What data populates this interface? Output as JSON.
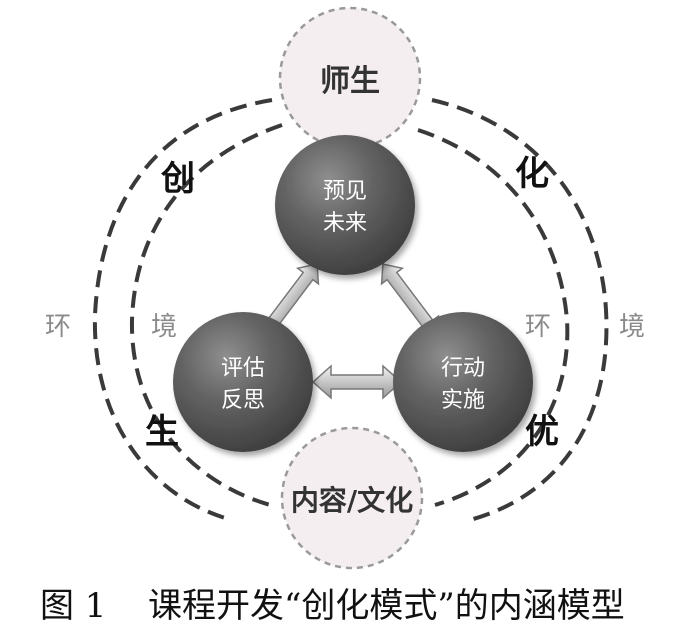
{
  "diagram": {
    "top_node": "师生",
    "bottom_node": "内容/文化",
    "core_top_line1": "预见",
    "core_top_line2": "未来",
    "core_left_line1": "评估",
    "core_left_line2": "反思",
    "core_right_line1": "行动",
    "core_right_line2": "实施",
    "char_chuang": "创",
    "char_hua": "化",
    "char_sheng": "生",
    "char_you": "优",
    "env_outer_left_1": "环",
    "env_inner_left_2": "境",
    "env_inner_right_1": "环",
    "env_outer_right_2": "境"
  },
  "caption": {
    "number": "图 1",
    "title": "课程开发“创化模式”的内涵模型"
  },
  "colors": {
    "core_circle": "#5e5e5e",
    "dashed_arcs": "#3a3a3a",
    "ghost_circle": "#f4eef0",
    "env_text": "#8a8a8a"
  }
}
